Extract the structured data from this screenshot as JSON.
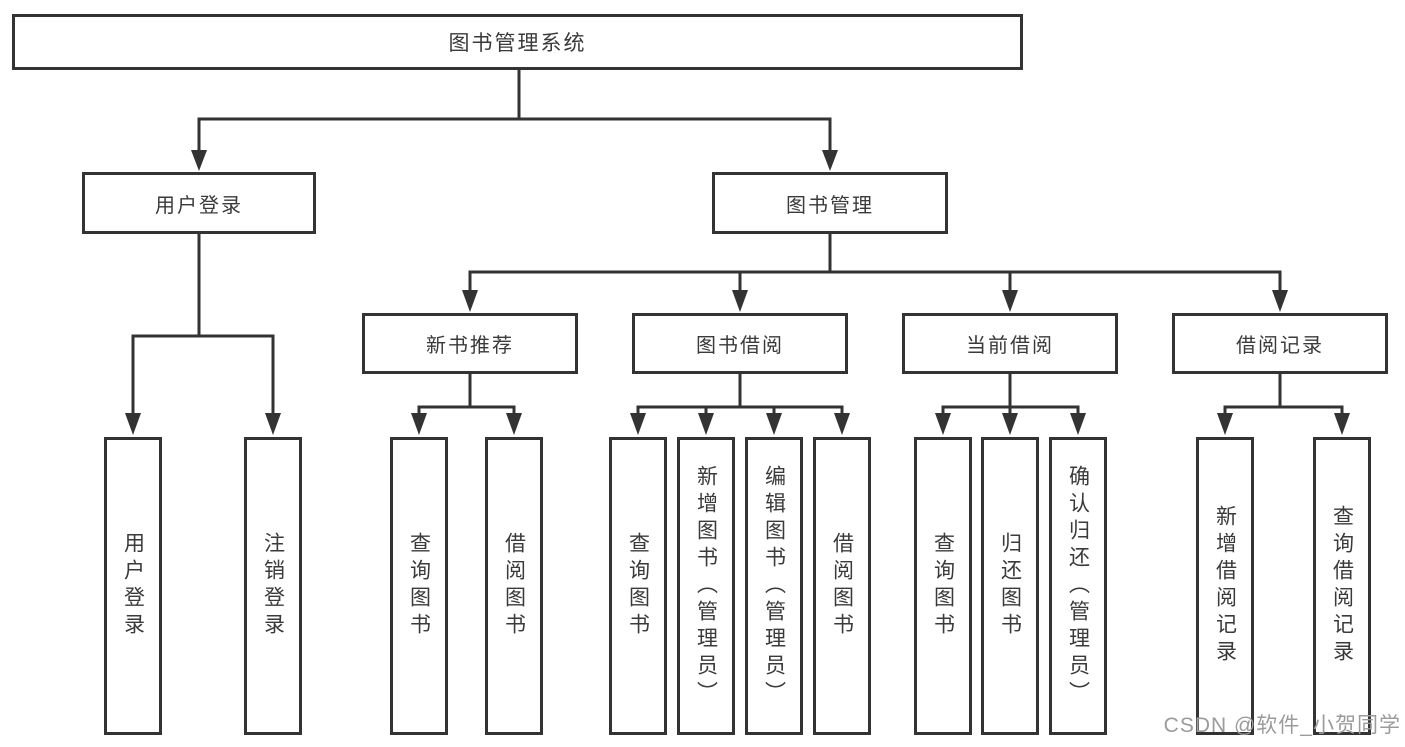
{
  "diagram": {
    "root": {
      "label": "图书管理系统"
    },
    "level2": [
      {
        "label": "用户登录"
      },
      {
        "label": "图书管理"
      }
    ],
    "level3": [
      {
        "label": "新书推荐"
      },
      {
        "label": "图书借阅"
      },
      {
        "label": "当前借阅"
      },
      {
        "label": "借阅记录"
      }
    ],
    "leaves": {
      "user_login": [
        {
          "label": "用户登录"
        },
        {
          "label": "注销登录"
        }
      ],
      "new_book_recommend": [
        {
          "label": "查询图书"
        },
        {
          "label": "借阅图书"
        }
      ],
      "book_borrow": [
        {
          "label": "查询图书"
        },
        {
          "label": "新增图书（管理员）"
        },
        {
          "label": "编辑图书（管理员）"
        },
        {
          "label": "借阅图书"
        }
      ],
      "current_borrow": [
        {
          "label": "查询图书"
        },
        {
          "label": "归还图书"
        },
        {
          "label": "确认归还（管理员）"
        }
      ],
      "borrow_records": [
        {
          "label": "新增借阅记录"
        },
        {
          "label": "查询借阅记录"
        }
      ]
    }
  },
  "watermark": "CSDN @软件_小贺同学",
  "colors": {
    "line": "#333333",
    "text": "#3a3a3a",
    "watermark": "#9b9b9b",
    "background": "#ffffff"
  }
}
